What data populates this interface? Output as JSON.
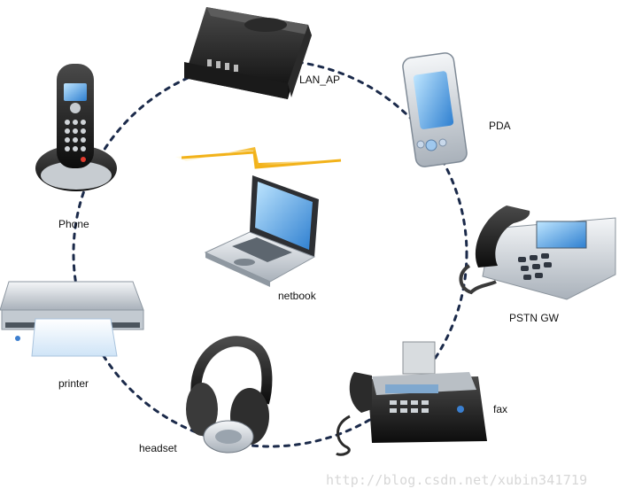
{
  "diagram": {
    "devices": [
      {
        "id": "lan_ap",
        "label": "LAN_AP",
        "icon": "router-icon"
      },
      {
        "id": "pda",
        "label": "PDA",
        "icon": "pda-icon"
      },
      {
        "id": "pstn_gw",
        "label": "PSTN GW",
        "icon": "desk-phone-icon"
      },
      {
        "id": "fax",
        "label": "fax",
        "icon": "fax-machine-icon"
      },
      {
        "id": "headset",
        "label": "headset",
        "icon": "headset-icon"
      },
      {
        "id": "printer",
        "label": "printer",
        "icon": "printer-icon"
      },
      {
        "id": "phone",
        "label": "Phone",
        "icon": "cordless-phone-icon"
      },
      {
        "id": "netbook",
        "label": "netbook",
        "icon": "laptop-icon"
      }
    ],
    "wireless_symbol": "lightning-icon",
    "ring_color": "#1b2a4a",
    "bolt_color": "#f2b21a"
  },
  "watermark": "http://blog.csdn.net/xubin341719"
}
